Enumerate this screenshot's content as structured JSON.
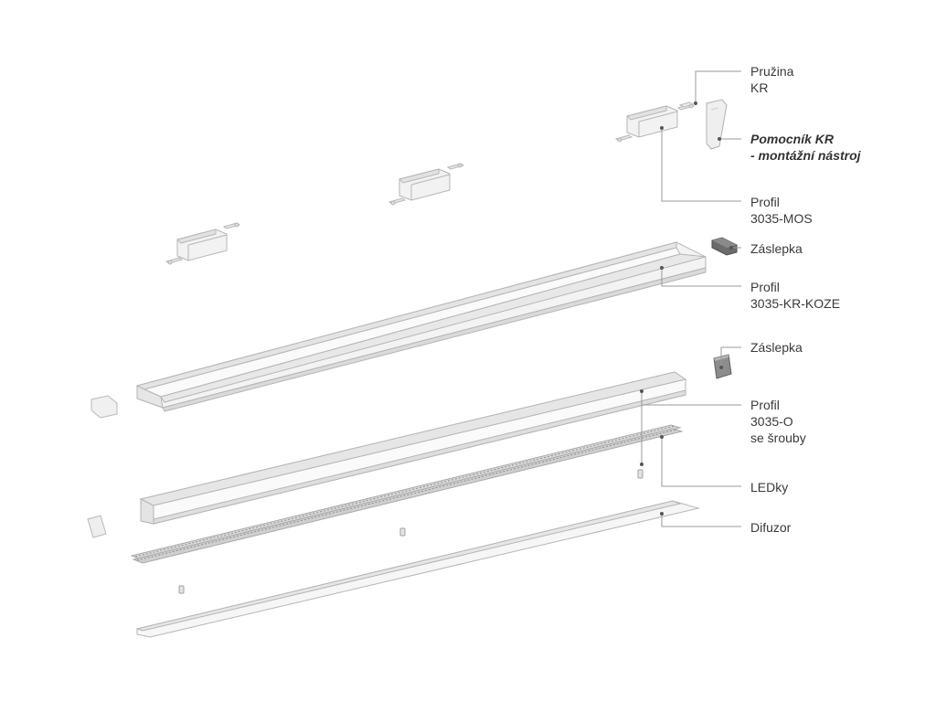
{
  "colors": {
    "label": "#3a3a3a",
    "leader": "#9a9a9a",
    "part_fill": "#efefef",
    "part_stroke": "#b9b9b9",
    "part_shade": "#d2d2d2",
    "cap_dark": "#5a5a5a"
  },
  "labels": {
    "pruzina": {
      "line1": "Pružina",
      "line2": "KR"
    },
    "pomocnik": {
      "line1": "Pomocník KR",
      "line2": "- montážní nástroj"
    },
    "profil_mos": {
      "line1": "Profil",
      "line2": "3035-MOS"
    },
    "zaslepka_top": {
      "line1": "Záslepka"
    },
    "profil_kr_koze": {
      "line1": "Profil",
      "line2": "3035-KR-KOZE"
    },
    "zaslepka_mid": {
      "line1": "Záslepka"
    },
    "profil_o": {
      "line1": "Profil",
      "line2": "3035-O",
      "line3": "se šrouby"
    },
    "ledky": {
      "line1": "LEDky"
    },
    "difuzor": {
      "line1": "Difuzor"
    }
  }
}
